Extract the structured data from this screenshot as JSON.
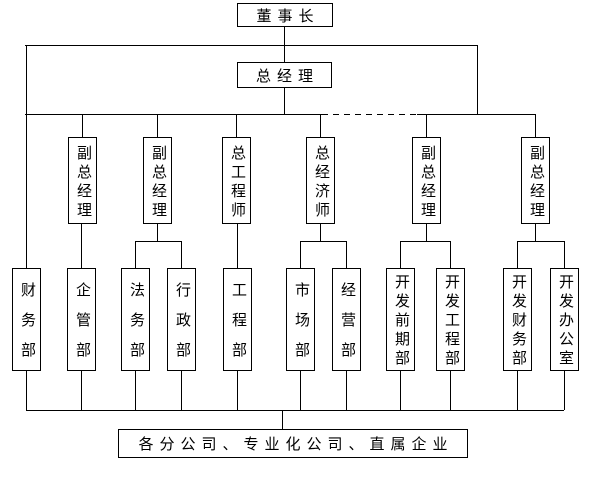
{
  "diagram": {
    "type": "organization-chart",
    "background_color": "#ffffff",
    "line_color": "#000000",
    "text_color": "#000000",
    "nodes": {
      "chairman": "董事长",
      "general_manager": "总经理",
      "level2": [
        "副总经理",
        "副总经理",
        "总工程师",
        "总经济师",
        "副总经理",
        "副总经理"
      ],
      "level3": [
        "财务部",
        "企管部",
        "法务部",
        "行政部",
        "工程部",
        "市场部",
        "经营部",
        "开发前期部",
        "开发工程部",
        "开发财务部",
        "开发办公室"
      ],
      "bottom": "各分公司、专业化公司、直属企业"
    }
  }
}
